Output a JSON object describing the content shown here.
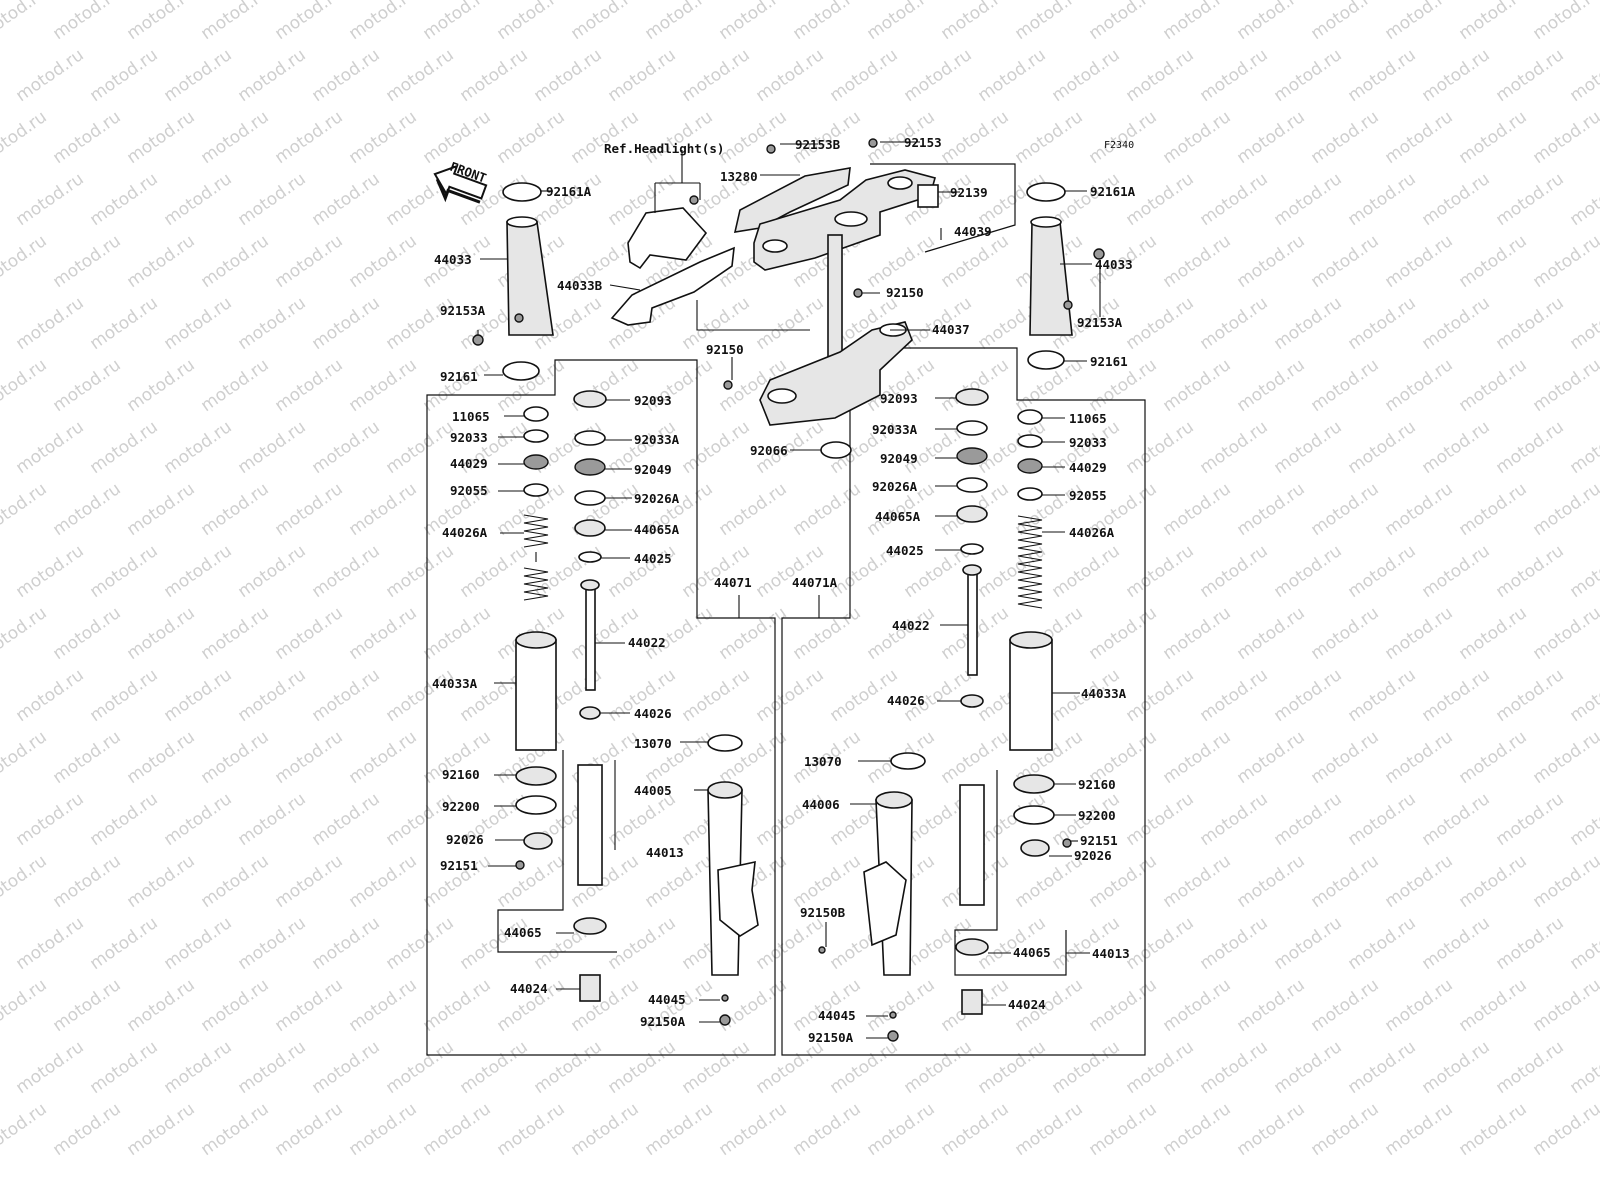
{
  "diagram": {
    "code": "F2340",
    "front_label": "FRONT",
    "ref_note": "Ref.Headlight(s)",
    "watermark_text": "motod.ru",
    "parts": {
      "p92153B": "92153B",
      "p92153": "92153",
      "p13280": "13280",
      "p92139": "92139",
      "p44039": "44039",
      "p92161A_l": "92161A",
      "p92161A_r": "92161A",
      "p44033_l": "44033",
      "p44033_r": "44033",
      "p44033B": "44033B",
      "p92153A_l": "92153A",
      "p92153A_r": "92153A",
      "p92161_l": "92161",
      "p92161_r": "92161",
      "p92150_t": "92150",
      "p44037": "44037",
      "p92150_m": "92150",
      "p92066": "92066",
      "p92093_l": "92093",
      "p92093_r": "92093",
      "p11065_l": "11065",
      "p11065_r": "11065",
      "p92033_l": "92033",
      "p92033_r": "92033",
      "p92033A_l": "92033A",
      "p92033A_r": "92033A",
      "p44029_l": "44029",
      "p44029_r": "44029",
      "p92049_l": "92049",
      "p92049_r": "92049",
      "p92055_l": "92055",
      "p92055_r": "92055",
      "p92026A_l": "92026A",
      "p92026A_r": "92026A",
      "p44026A_l": "44026A",
      "p44026A_r": "44026A",
      "p44065A_l": "44065A",
      "p44065A_r": "44065A",
      "p44025_l": "44025",
      "p44025_r": "44025",
      "p44071": "44071",
      "p44071A": "44071A",
      "p44022_l": "44022",
      "p44022_r": "44022",
      "p44033A_l": "44033A",
      "p44033A_r": "44033A",
      "p44026_l": "44026",
      "p44026_r": "44026",
      "p13070_l": "13070",
      "p13070_r": "13070",
      "p44005": "44005",
      "p44006": "44006",
      "p92160_l": "92160",
      "p92160_r": "92160",
      "p92200_l": "92200",
      "p92200_r": "92200",
      "p44013_l": "44013",
      "p44013_r": "44013",
      "p92026_l": "92026",
      "p92026_r": "92026",
      "p92151_l": "92151",
      "p92151_r": "92151",
      "p92150B": "92150B",
      "p44065_l": "44065",
      "p44065_r": "44065",
      "p44024_l": "44024",
      "p44024_r": "44024",
      "p44045_l": "44045",
      "p44045_r": "44045",
      "p92150A_l": "92150A",
      "p92150A_r": "92150A"
    }
  }
}
